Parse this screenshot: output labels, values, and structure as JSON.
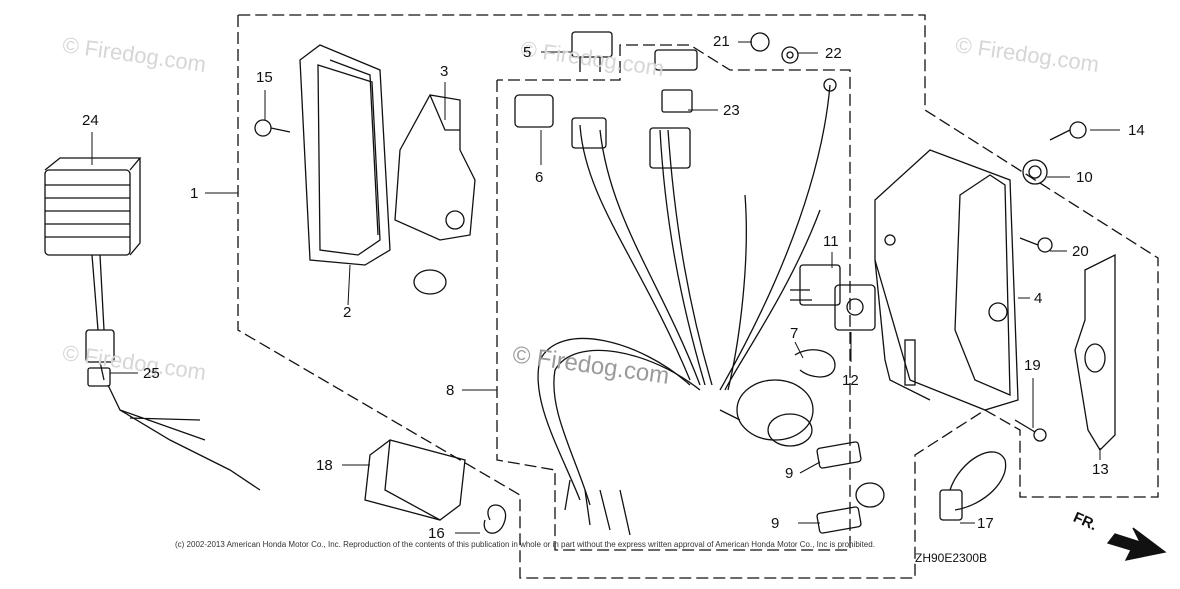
{
  "watermark": {
    "text_1": "© Firedog.com",
    "text_2": "© Firedog.com",
    "text_3": "© Firedog.com",
    "text_4": "© Firedog.com",
    "text_center": "© Firedog.com"
  },
  "callouts": {
    "c1": "1",
    "c2": "2",
    "c3": "3",
    "c4": "4",
    "c5": "5",
    "c6": "6",
    "c7": "7",
    "c8": "8",
    "c9a": "9",
    "c9b": "9",
    "c10": "10",
    "c11": "11",
    "c12": "12",
    "c13": "13",
    "c14": "14",
    "c15": "15",
    "c16": "16",
    "c17": "17",
    "c18": "18",
    "c19": "19",
    "c20": "20",
    "c21": "21",
    "c22": "22",
    "c23": "23",
    "c24": "24",
    "c25": "25"
  },
  "footer": {
    "copyright": "(c) 2002-2013 American Honda Motor Co., Inc. Reproduction of the contents of this publication in whole or in part without the express written approval of American Honda Motor Co., Inc is prohibited.",
    "diagram_code": "ZH90E2300B",
    "direction": "FR."
  }
}
